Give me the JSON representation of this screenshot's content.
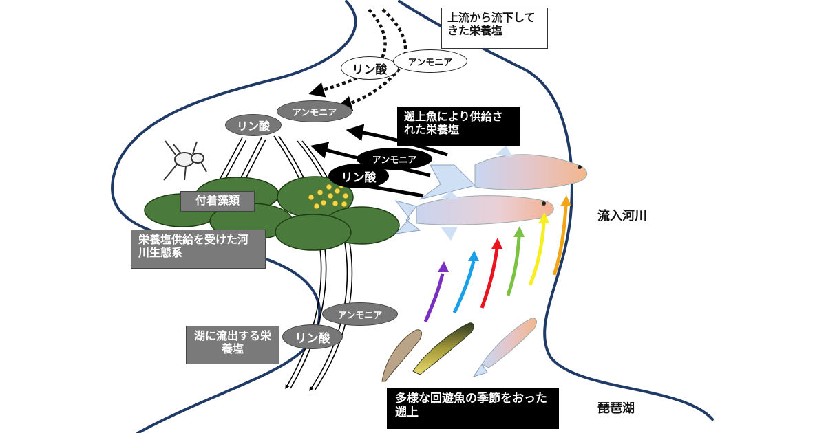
{
  "boxes": {
    "upstream": "上流から流下してきた栄養塩",
    "fish_supplied": "遡上魚により供給された栄養塩",
    "attached_algae": "付着藻類",
    "ecosystem": "栄養塩供給を受けた河川生態系",
    "outflow": "湖に流出する栄養塩",
    "migration": "多様な回遊魚の季節をおった遡上"
  },
  "labels": {
    "inflow_river": "流入河川",
    "lake": "琵琶湖"
  },
  "nutrients": {
    "phosphate": "リン酸",
    "ammonia": "アンモニア"
  },
  "colors": {
    "river_outline": "#1f3a66",
    "algae": "#4a7a3c",
    "arrow_purple": "#7b2fbf",
    "arrow_blue": "#1aa0e8",
    "arrow_red": "#e8141e",
    "arrow_green": "#7cc242",
    "arrow_yellow": "#f7ee1e",
    "arrow_orange": "#f2a516"
  },
  "icons": [
    "insect-larva-icon",
    "salmon-icon",
    "goby-icon",
    "ayu-icon",
    "sea-bass-icon",
    "algae-pad-icon"
  ]
}
